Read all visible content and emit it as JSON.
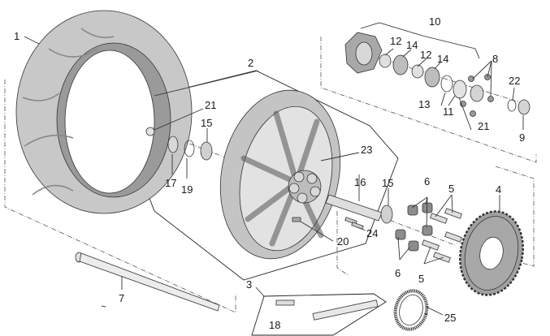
{
  "diagram": {
    "title": "Rear wheel assembly - exploded parts view",
    "colors": {
      "tyre": "#c8c8c8",
      "tyre_inner": "#9a9a9a",
      "rim": "#c4c4c4",
      "metal": "#d6d6d6",
      "dark_metal": "#8c8c8c",
      "line": "#222222",
      "background": "#ffffff"
    },
    "callouts": [
      {
        "id": "1",
        "text": "1",
        "part": "tyre"
      },
      {
        "id": "2",
        "text": "2",
        "part": "rear wheel rim"
      },
      {
        "id": "3",
        "text": "3",
        "part": "drive chain kit"
      },
      {
        "id": "4",
        "text": "4",
        "part": "rear sprocket"
      },
      {
        "id": "5a",
        "text": "5",
        "part": "stud bolts (upper)"
      },
      {
        "id": "5b",
        "text": "5",
        "part": "stud bolts (lower)"
      },
      {
        "id": "6a",
        "text": "6",
        "part": "cush drive rubbers (upper)"
      },
      {
        "id": "6b",
        "text": "6",
        "part": "cush drive rubbers (lower)"
      },
      {
        "id": "7",
        "text": "7",
        "part": "wheel axle"
      },
      {
        "id": "8",
        "text": "8",
        "part": "nuts"
      },
      {
        "id": "9",
        "text": "9",
        "part": "spacer"
      },
      {
        "id": "10",
        "text": "10",
        "part": "sprocket carrier kit"
      },
      {
        "id": "11",
        "text": "11",
        "part": "seal"
      },
      {
        "id": "12a",
        "text": "12",
        "part": "spacer"
      },
      {
        "id": "12b",
        "text": "12",
        "part": "spacer"
      },
      {
        "id": "13",
        "text": "13",
        "part": "circlip"
      },
      {
        "id": "14a",
        "text": "14",
        "part": "bearing"
      },
      {
        "id": "14b",
        "text": "14",
        "part": "bearing"
      },
      {
        "id": "15a",
        "text": "15",
        "part": "bearing (left)"
      },
      {
        "id": "15b",
        "text": "15",
        "part": "bearing (right)"
      },
      {
        "id": "16",
        "text": "16",
        "part": "inner spacer tube"
      },
      {
        "id": "17",
        "text": "17",
        "part": "oil seal"
      },
      {
        "id": "18",
        "text": "18",
        "part": "chain master link"
      },
      {
        "id": "19",
        "text": "19",
        "part": "circlip"
      },
      {
        "id": "20",
        "text": "20",
        "part": "balance weight"
      },
      {
        "id": "21a",
        "text": "21",
        "part": "spacer bush (left)"
      },
      {
        "id": "21b",
        "text": "21",
        "part": "spacer bush (right)"
      },
      {
        "id": "22",
        "text": "22",
        "part": "o-ring"
      },
      {
        "id": "23",
        "text": "23",
        "part": "cush drive hub"
      },
      {
        "id": "24",
        "text": "24",
        "part": "valve"
      },
      {
        "id": "25",
        "text": "25",
        "part": "ABS tone ring"
      }
    ]
  }
}
